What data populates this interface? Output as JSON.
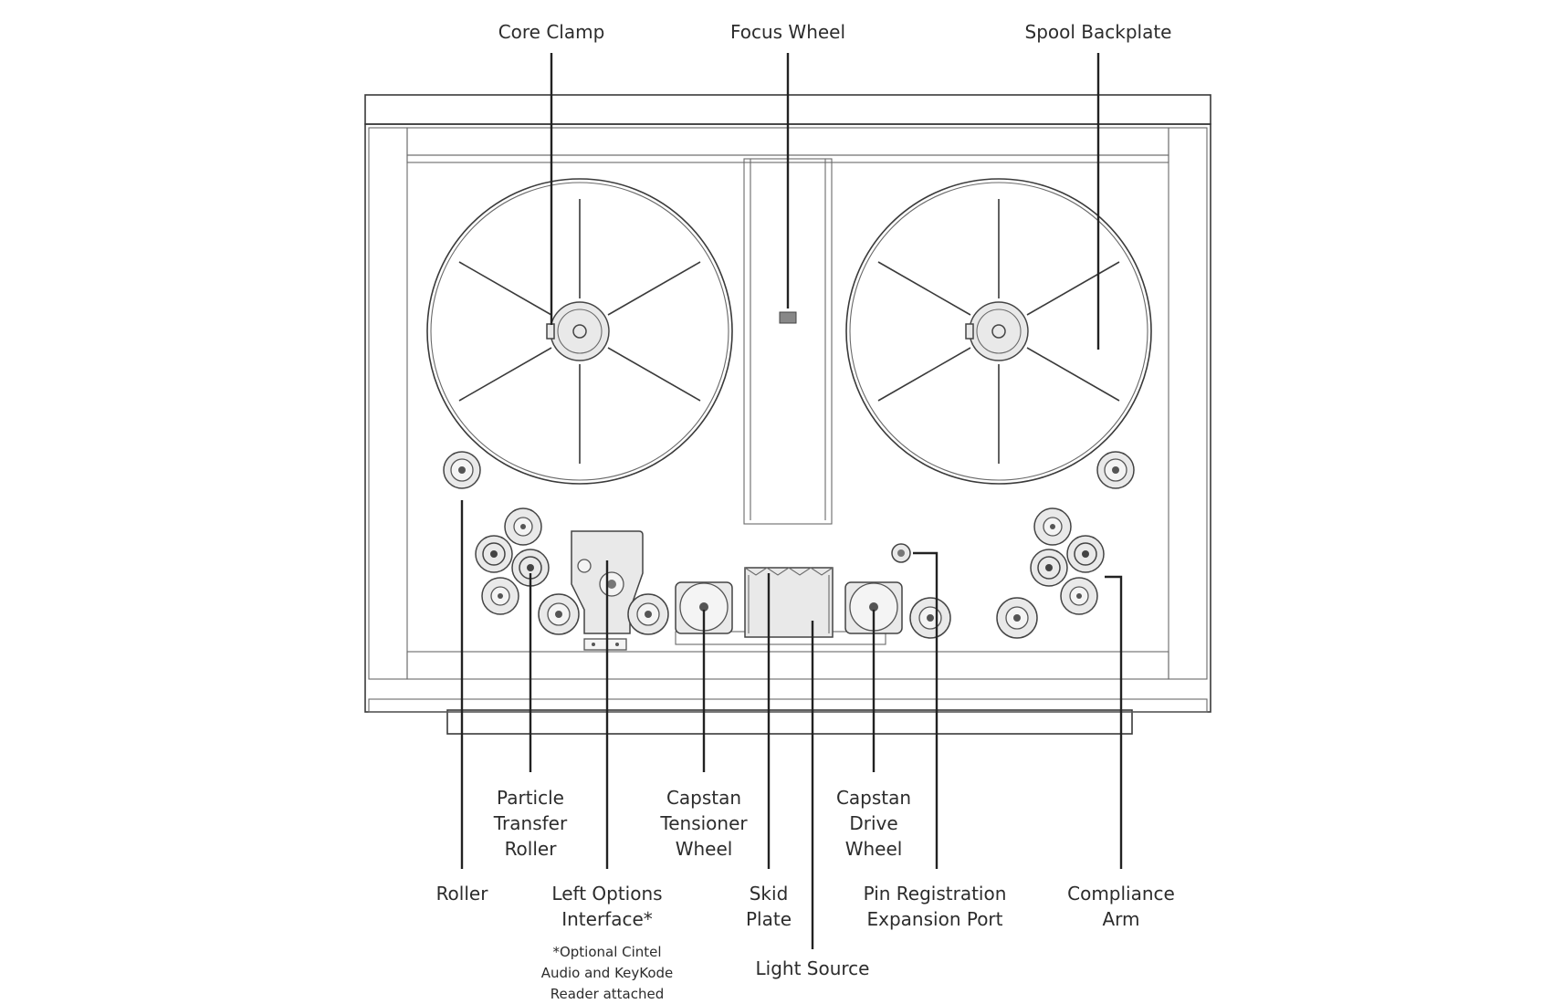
{
  "labels": {
    "core_clamp": "Core Clamp",
    "focus_wheel": "Focus Wheel",
    "spool_backplate": "Spool Backplate",
    "particle_transfer_roller": [
      "Particle",
      "Transfer",
      "Roller"
    ],
    "capstan_tensioner_wheel": [
      "Capstan",
      "Tensioner",
      "Wheel"
    ],
    "capstan_drive_wheel": [
      "Capstan",
      "Drive",
      "Wheel"
    ],
    "roller": "Roller",
    "left_options_interface": [
      "Left Options",
      "Interface*"
    ],
    "skid_plate": [
      "Skid",
      "Plate"
    ],
    "pin_registration_expansion_port": [
      "Pin Registration",
      "Expansion Port"
    ],
    "compliance_arm": [
      "Compliance",
      "Arm"
    ],
    "light_source": "Light Source"
  },
  "footnote": [
    "*Optional Cintel",
    "Audio and KeyKode",
    "Reader attached"
  ],
  "colors": {
    "device_fill": "#e6e6e6",
    "device_outline": "#3a3a3a",
    "leader_line": "#222222",
    "text": "#2c2c2c",
    "background": "#ffffff"
  }
}
